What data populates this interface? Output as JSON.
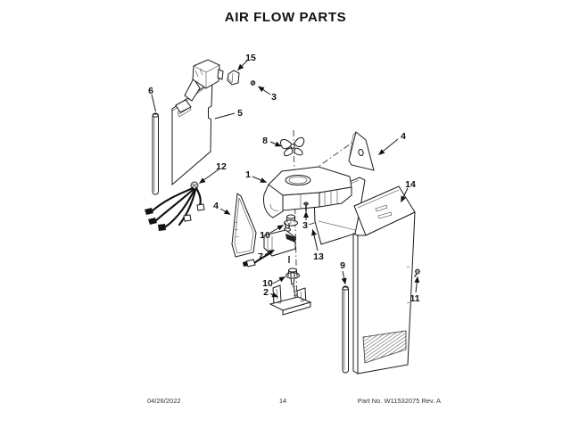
{
  "title": "AIR FLOW PARTS",
  "footer": {
    "date": "04/26/2022",
    "page_number": "14",
    "part_info": "Part No. W11532075  Rev. A"
  },
  "diagram": {
    "callouts": {
      "c1": "1",
      "c2": "2",
      "c3a": "3",
      "c3b": "3",
      "c4a": "4",
      "c4b": "4",
      "c5": "5",
      "c6": "6",
      "c7": "7",
      "c8": "8",
      "c9": "9",
      "c10a": "10",
      "c10b": "10",
      "c11": "11",
      "c12": "12",
      "c13": "13",
      "c14": "14",
      "c15": "15"
    }
  }
}
